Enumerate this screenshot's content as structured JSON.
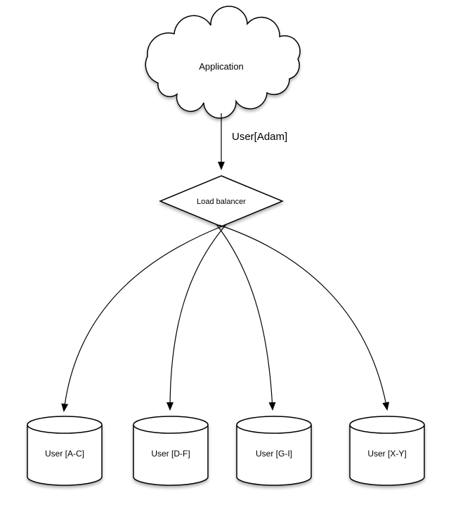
{
  "diagram": {
    "type": "sharding-architecture",
    "nodes": {
      "application": {
        "label": "Application",
        "shape": "cloud"
      },
      "load_balancer": {
        "label": "Load balancer",
        "shape": "diamond"
      },
      "shards": [
        {
          "label": "User [A-C]",
          "shape": "cylinder"
        },
        {
          "label": "User [D-F]",
          "shape": "cylinder"
        },
        {
          "label": "User [G-I]",
          "shape": "cylinder"
        },
        {
          "label": "User [X-Y]",
          "shape": "cylinder"
        }
      ]
    },
    "edges": {
      "app_to_lb": {
        "label": "User[Adam]"
      }
    },
    "colors": {
      "stroke": "#000000",
      "fill": "#ffffff",
      "background": "#ffffff"
    }
  }
}
